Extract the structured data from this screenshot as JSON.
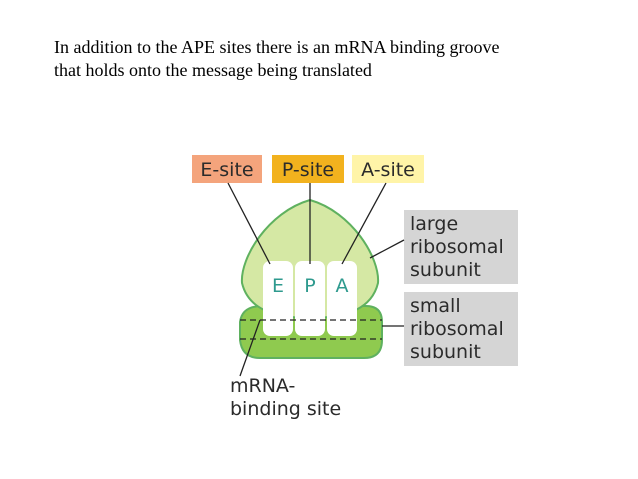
{
  "caption": {
    "line1": "In addition to the APE sites there is an mRNA binding groove",
    "line2": "that holds onto the message being translated"
  },
  "diagram": {
    "site_labels": {
      "e": "E-site",
      "p": "P-site",
      "a": "A-site"
    },
    "site_letters": {
      "e": "E",
      "p": "P",
      "a": "A"
    },
    "large_subunit_label": [
      "large",
      "ribosomal",
      "subunit"
    ],
    "small_subunit_label": [
      "small",
      "ribosomal",
      "subunit"
    ],
    "mrna_label": [
      "mRNA-",
      "binding site"
    ],
    "colors": {
      "e_site_fill": "#f4a47c",
      "p_site_fill": "#f2b21e",
      "a_site_fill": "#fff4a8",
      "subunit_label_fill": "#d5d5d5",
      "large_subunit_fill": "#d5e8a4",
      "small_subunit_fill": "#8fca4f",
      "outline": "#5fb15f",
      "site_letter": "#2e9a8e"
    }
  }
}
